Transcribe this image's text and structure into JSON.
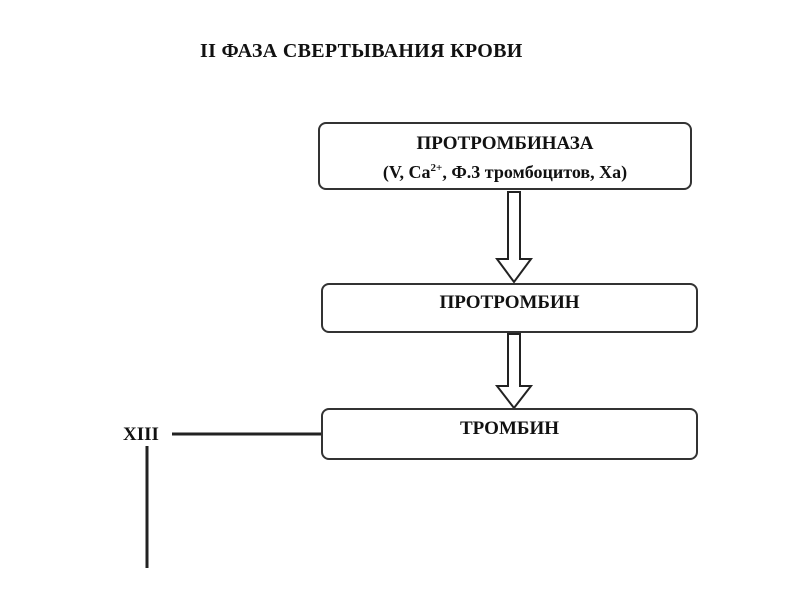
{
  "title": "II ФАЗА СВЕРТЫВАНИЯ КРОВИ",
  "nodes": {
    "prothrombinase": {
      "name": "ПРОТРОМБИНАЗА",
      "cofactors_prefix": "(V, Ca",
      "cofactors_sup": "2+",
      "cofactors_suffix": ", Ф.3 тромбоцитов, Xa)"
    },
    "prothrombin": {
      "name": "ПРОТРОМБИН"
    },
    "thrombin": {
      "name": "ТРОМБИН"
    },
    "factor_xiii": {
      "name": "XIII"
    }
  },
  "colors": {
    "line": "#222222",
    "border": "#333333",
    "background": "#ffffff"
  }
}
